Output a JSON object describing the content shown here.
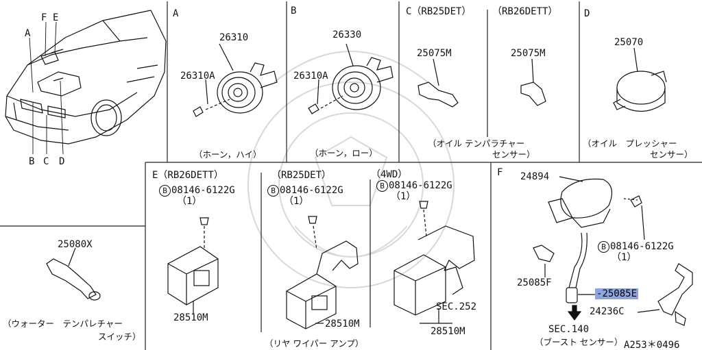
{
  "sections": {
    "A": {
      "label": "A",
      "part": "26310",
      "part2": "26310A",
      "caption": "（ホーン，ハイ）"
    },
    "B": {
      "label": "B",
      "part": "26330",
      "part2": "26310A",
      "caption": "（ホーン，ロー）"
    },
    "C": {
      "label": "C（RB25DET）",
      "label2": "（RB26DETT）",
      "part": "25075M",
      "part2": "25075M",
      "caption1": "（オイル テンパラチャー",
      "caption2": "センサー）"
    },
    "D": {
      "label": "D",
      "part": "25070",
      "caption1": "（オイル　プレッシャー",
      "caption2": "センサー）"
    },
    "E": {
      "label1": "E（RB26DETT）",
      "label2": "（RB25DET）",
      "label3": "（4WD）",
      "bolt": "08146-6122G",
      "bolt_qty": "（1）",
      "bolt_mark": "B",
      "part": "28510M",
      "sec": "SEC.252",
      "caption": "（リヤ ワイパー アンプ）"
    },
    "F": {
      "label": "F",
      "part1": "24894",
      "part2": "25085F",
      "part3": "25085E",
      "part4": "24236C",
      "bolt": "08146-6122G",
      "bolt_qty": "（1）",
      "bolt_mark": "B",
      "sec": "SEC.140",
      "caption": "（ブースト センサー）"
    },
    "car": {
      "A": "A",
      "B": "B",
      "C": "C",
      "D": "D",
      "E": "E",
      "F": "F"
    },
    "water": {
      "part": "25080X",
      "caption1": "（ウォーター　テンパレチャー",
      "caption2": "スイッチ）"
    }
  },
  "footer": {
    "code": "A253＊0496"
  }
}
